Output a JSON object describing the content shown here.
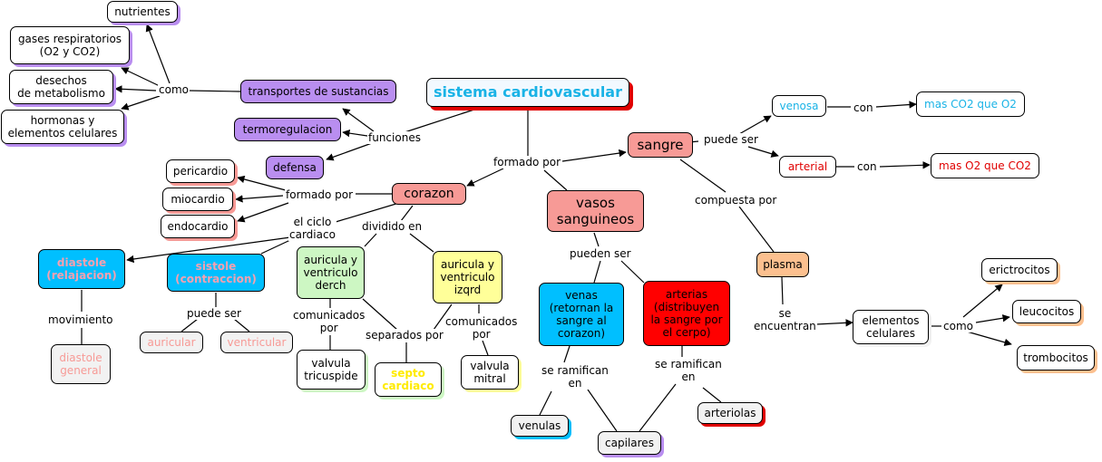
{
  "colors": {
    "title_text": "#1ab3e6",
    "purple": "#b98ef0",
    "pink": "#f79a96",
    "cyan": "#00bfff",
    "red": "#ff0000",
    "orange": "#fcc08f",
    "green_light": "#cdf7c3",
    "yellow_light": "#ffff99",
    "gray_light": "#f2f2f2"
  },
  "nodes": {
    "sistema": "sistema cardiovascular",
    "transportes": "transportes de sustancias",
    "termoregulacion": "termoregulacion",
    "defensa": "defensa",
    "nutrientes": "nutrientes",
    "gases": "gases respiratorios\n(O2 y CO2)",
    "desechos": "desechos\nde metabolismo",
    "hormonas": "hormonas y\nelementos celulares",
    "corazon": "corazon",
    "pericardio": "pericardio",
    "miocardio": "miocardio",
    "endocardio": "endocardio",
    "diastole": "diastole\n(relajacion)",
    "sistole": "sistole\n(contraccion)",
    "diastole_general": "diastole\ngeneral",
    "auricular": "auricular",
    "ventricular": "ventricular",
    "aur_derch": "auricula y\nventriculo\nderch",
    "aur_izq": "auricula y\nventriculo\nizqrd",
    "tricuspide": "valvula\ntricuspide",
    "septo": "septo\ncardiaco",
    "mitral": "valvula\nmitral",
    "vasos": "vasos\nsanguineos",
    "venas": "venas\n(retornan la\nsangre al\ncorazon)",
    "arterias": "arterias\n(distribuyen\nla sangre por\nel cerpo)",
    "venulas": "venulas",
    "capilares": "capilares",
    "arteriolas": "arteriolas",
    "sangre": "sangre",
    "venosa": "venosa",
    "arterial": "arterial",
    "co2_mas": "mas CO2 que O2",
    "o2_mas": "mas O2 que CO2",
    "plasma": "plasma",
    "elementos": "elementos\ncelulares",
    "eritrocitos": "erictrocitos",
    "leucocitos": "leucocitos",
    "trombocitos": "trombocitos"
  },
  "links": {
    "como_top": "como",
    "funciones": "funciones",
    "formado_por_main": "formado por",
    "formado_por_cor": "formado por",
    "ciclo": "el ciclo\ncardiaco",
    "dividido": "dividido en",
    "movimiento": "movimiento",
    "puede_ser": "puede ser",
    "comunicados_1": "comunicados\npor",
    "separados": "separados por",
    "comunicados_2": "comunicados\npor",
    "pueden_ser": "pueden ser",
    "ramifican_1": "se ramifican\nen",
    "ramifican_2": "se ramifican\nen",
    "puede_ser_sangre": "puede ser",
    "con_1": "con",
    "con_2": "con",
    "compuesta": "compuesta por",
    "se_encuentran": "se\nencuentran",
    "como_bottom": "como"
  }
}
